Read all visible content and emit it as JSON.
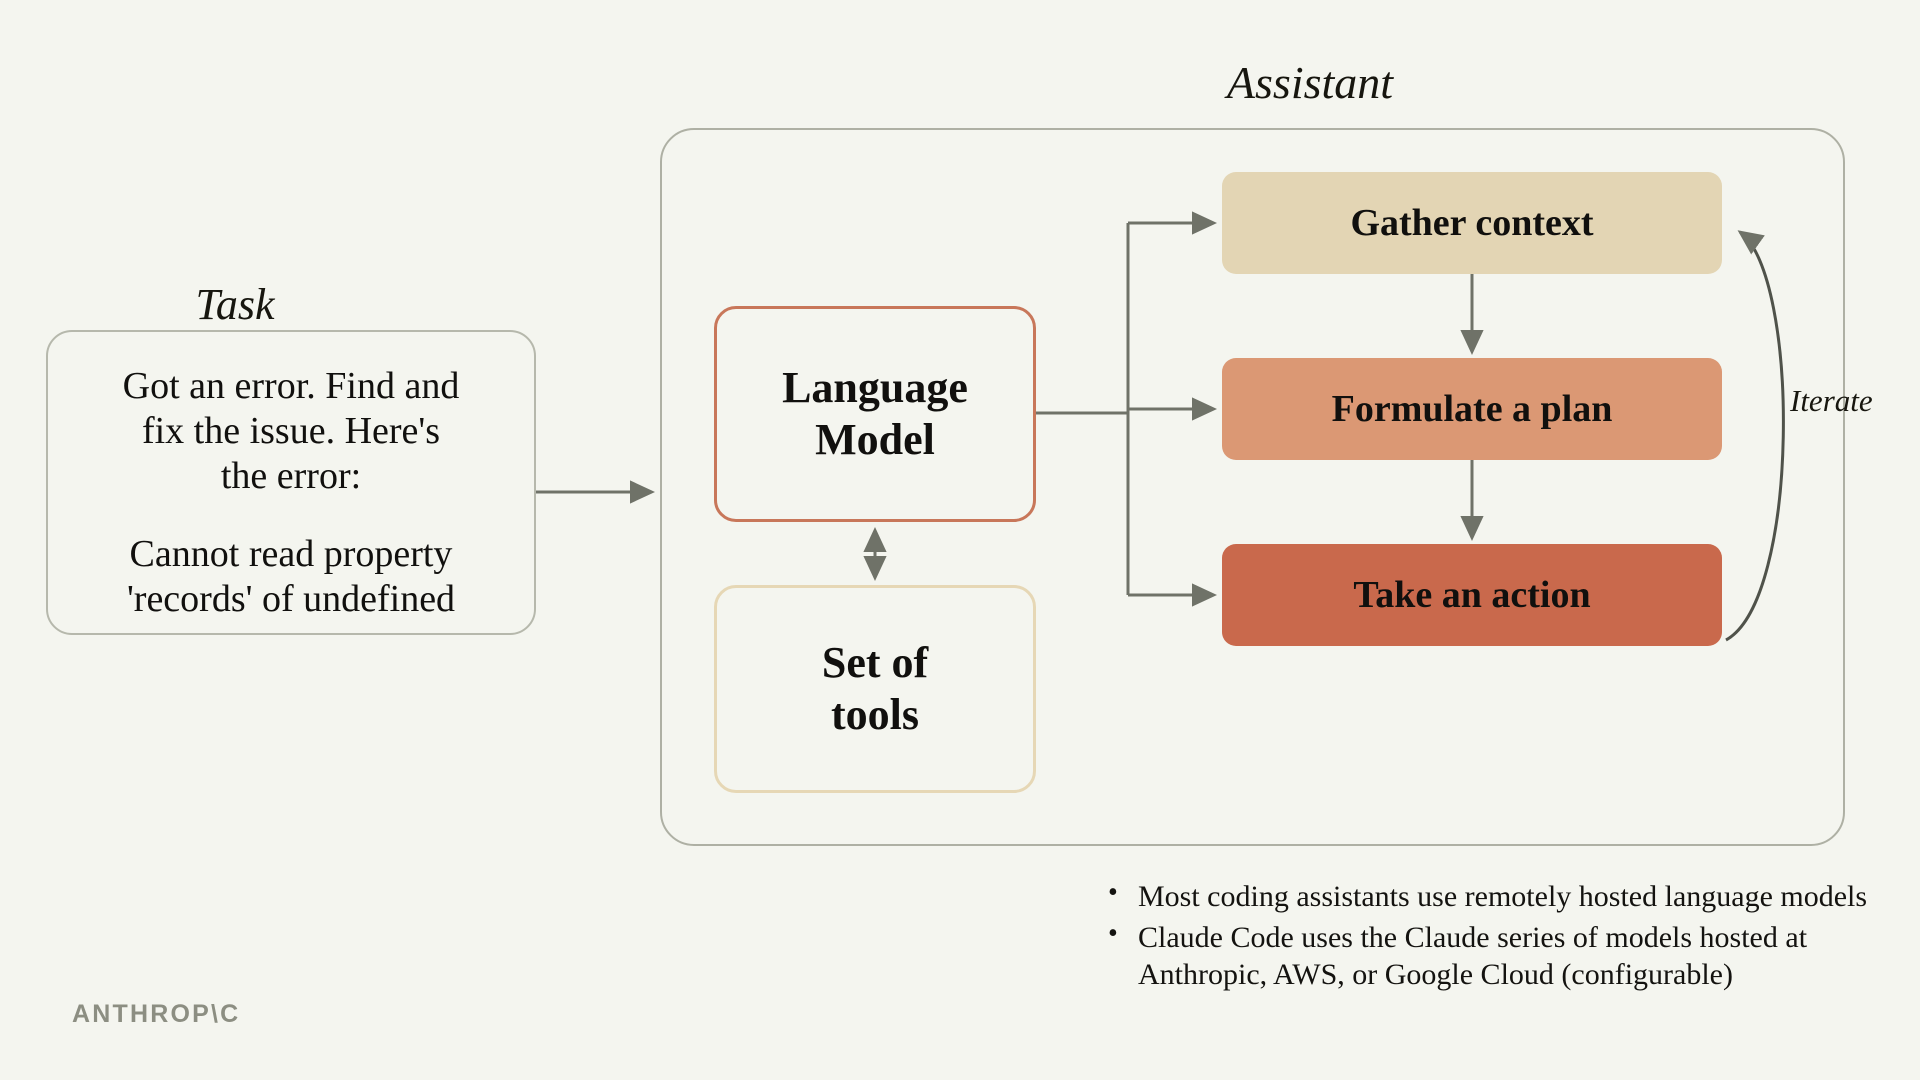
{
  "background_color": "#F4F5EF",
  "task": {
    "caption": "Task",
    "line1": "Got an error. Find and",
    "line2": "fix the issue. Here's",
    "line3": "the error:",
    "line4": "Cannot read property",
    "line5": "'records' of undefined",
    "border_color": "#B6B8AC"
  },
  "assistant": {
    "caption": "Assistant",
    "border_color": "#AEB0A4"
  },
  "nodes": {
    "language_model": {
      "line1": "Language",
      "line2": "Model",
      "border_color": "#C8775A",
      "fill_color": "#F4F5EF"
    },
    "set_of_tools": {
      "line1": "Set of",
      "line2": "tools",
      "border_color": "#E6D7B5",
      "fill_color": "#F4F5EF"
    },
    "gather_context": {
      "label": "Gather context",
      "fill_color": "#E3D5B4"
    },
    "formulate_plan": {
      "label": "Formulate a plan",
      "fill_color": "#DB9874"
    },
    "take_action": {
      "label": "Take an action",
      "fill_color": "#C9694C"
    }
  },
  "edges": {
    "iterate_label": "Iterate",
    "line_color": "#6F7268"
  },
  "notes": {
    "bullets": [
      "Most coding assistants use remotely hosted language models",
      "Claude Code uses the Claude series of models hosted at Anthropic, AWS, or Google Cloud (configurable)"
    ]
  },
  "branding": {
    "wordmark": "ANTHROP\\C",
    "wordmark_color": "#8C8E82"
  }
}
